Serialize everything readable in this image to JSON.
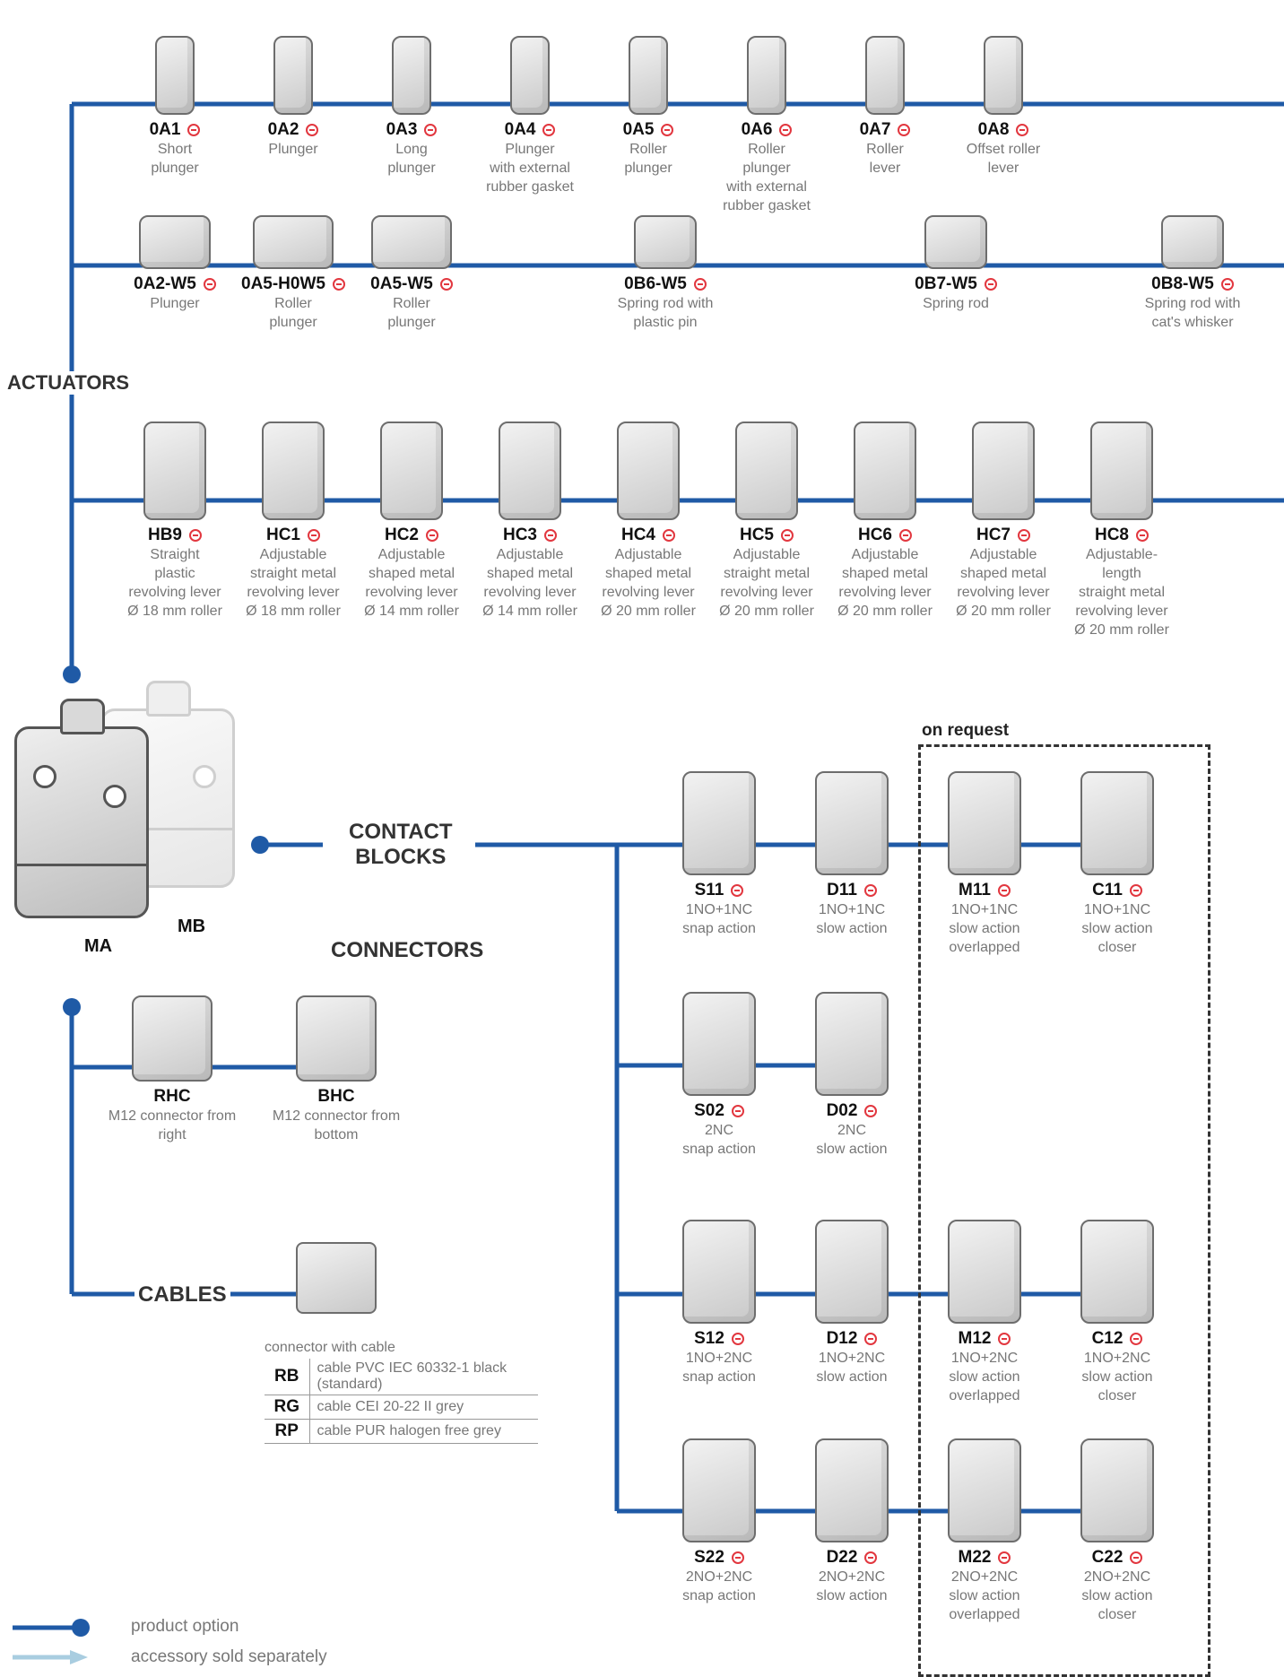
{
  "sections": {
    "actuators": "ACTUATORS",
    "contact_blocks": "CONTACT\nBLOCKS",
    "connectors": "CONNECTORS",
    "cables": "CABLES",
    "on_request": "on request"
  },
  "housings": {
    "ma": "MA",
    "mb": "MB"
  },
  "actuators_row1": [
    {
      "code": "0A1",
      "desc": "Short\nplunger"
    },
    {
      "code": "0A2",
      "desc": "Plunger"
    },
    {
      "code": "0A3",
      "desc": "Long\nplunger"
    },
    {
      "code": "0A4",
      "desc": "Plunger\nwith external\nrubber gasket"
    },
    {
      "code": "0A5",
      "desc": "Roller\nplunger"
    },
    {
      "code": "0A6",
      "desc": "Roller\nplunger\nwith external\nrubber gasket"
    },
    {
      "code": "0A7",
      "desc": "Roller\nlever"
    },
    {
      "code": "0A8",
      "desc": "Offset roller\nlever"
    }
  ],
  "actuators_row2": [
    {
      "code": "0A2-W5",
      "desc": "Plunger"
    },
    {
      "code": "0A5-H0W5",
      "desc": "Roller\nplunger"
    },
    {
      "code": "0A5-W5",
      "desc": "Roller\nplunger"
    },
    {
      "code": "0B6-W5",
      "desc": "Spring rod with\nplastic pin"
    },
    {
      "code": "0B7-W5",
      "desc": "Spring rod"
    },
    {
      "code": "0B8-W5",
      "desc": "Spring rod with\ncat's whisker"
    }
  ],
  "actuators_row3": [
    {
      "code": "HB9",
      "desc": "Straight\nplastic\nrevolving lever\nØ 18 mm roller"
    },
    {
      "code": "HC1",
      "desc": "Adjustable\nstraight metal\nrevolving lever\nØ 18 mm roller"
    },
    {
      "code": "HC2",
      "desc": "Adjustable\nshaped metal\nrevolving lever\nØ 14 mm roller"
    },
    {
      "code": "HC3",
      "desc": "Adjustable\nshaped metal\nrevolving lever\nØ 14 mm roller"
    },
    {
      "code": "HC4",
      "desc": "Adjustable\nshaped metal\nrevolving lever\nØ 20 mm roller"
    },
    {
      "code": "HC5",
      "desc": "Adjustable\nstraight metal\nrevolving lever\nØ 20 mm roller"
    },
    {
      "code": "HC6",
      "desc": "Adjustable\nshaped metal\nrevolving lever\nØ 20 mm roller"
    },
    {
      "code": "HC7",
      "desc": "Adjustable\nshaped metal\nrevolving lever\nØ 20 mm roller"
    },
    {
      "code": "HC8",
      "desc": "Adjustable-\nlength\nstraight metal\nrevolving lever\nØ 20 mm roller"
    }
  ],
  "contact_blocks": [
    {
      "code": "S11",
      "desc": "1NO+1NC\nsnap action"
    },
    {
      "code": "D11",
      "desc": "1NO+1NC\nslow action"
    },
    {
      "code": "M11",
      "desc": "1NO+1NC\nslow action\noverlapped"
    },
    {
      "code": "C11",
      "desc": "1NO+1NC\nslow action\ncloser"
    },
    {
      "code": "S02",
      "desc": "2NC\nsnap action"
    },
    {
      "code": "D02",
      "desc": "2NC\nslow action"
    },
    {
      "code": "S12",
      "desc": "1NO+2NC\nsnap action"
    },
    {
      "code": "D12",
      "desc": "1NO+2NC\nslow action"
    },
    {
      "code": "M12",
      "desc": "1NO+2NC\nslow action\noverlapped"
    },
    {
      "code": "C12",
      "desc": "1NO+2NC\nslow action\ncloser"
    },
    {
      "code": "S22",
      "desc": "2NO+2NC\nsnap action"
    },
    {
      "code": "D22",
      "desc": "2NO+2NC\nslow action"
    },
    {
      "code": "M22",
      "desc": "2NO+2NC\nslow action\noverlapped"
    },
    {
      "code": "C22",
      "desc": "2NO+2NC\nslow action\ncloser"
    }
  ],
  "connectors": [
    {
      "code": "RHC",
      "desc": "M12 connector from\nright"
    },
    {
      "code": "BHC",
      "desc": "M12 connector from\nbottom"
    }
  ],
  "cables": {
    "caption": "connector with cable",
    "rows": [
      {
        "code": "RB",
        "desc": "cable PVC IEC 60332-1 black\n(standard)"
      },
      {
        "code": "RG",
        "desc": "cable CEI 20-22 II grey"
      },
      {
        "code": "RP",
        "desc": "cable PUR halogen free grey"
      }
    ]
  },
  "legend": {
    "product_option": "product option",
    "accessory": "accessory sold separately"
  },
  "colors": {
    "line": "#1f5aa6",
    "accessory": "#a9cde0",
    "info": "#e2373f"
  }
}
